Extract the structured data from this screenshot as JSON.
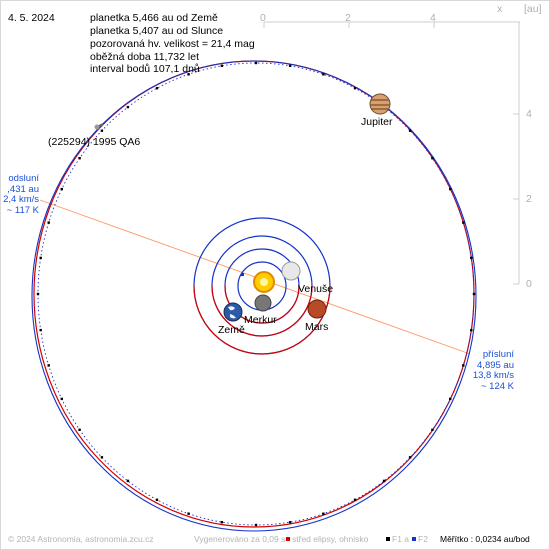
{
  "header": {
    "date": "4. 5. 2024",
    "info": [
      "planetka 5,466 au od Země",
      "planetka 5,407 au od Slunce",
      "pozorovaná hv. velikost = 21,4 mag",
      "oběžná doba 11,732 let",
      "interval bodů 107,1 dnů"
    ]
  },
  "axes": {
    "unit_label": "[au]",
    "x_label": "x",
    "x_ticks": [
      "0",
      "2",
      "4"
    ],
    "y_ticks": [
      "4",
      "2",
      "0"
    ]
  },
  "asteroid": {
    "name": "(225294) 1995 QA6"
  },
  "aphelion": {
    "title": "odsluní",
    "distance": ",431 au",
    "speed": "2,4 km/s",
    "temp": "~ 117 K"
  },
  "perihelion": {
    "title": "přísluní",
    "distance": "4,895 au",
    "speed": "13,8 km/s",
    "temp": "~ 124 K"
  },
  "planets": {
    "venus": "Venuše",
    "earth": "Země",
    "mercury": "Merkur",
    "mars": "Mars",
    "jupiter": "Jupiter"
  },
  "footer": {
    "copyright": "© 2024 Astronomia, astronomia.zcu.cz",
    "generated": "Vygenerováno za 0,09 s",
    "legend_center": "střed elipsy, ohnisko",
    "legend_f1": "F1 a",
    "legend_f2": "F2",
    "scale": "Měřítko : 0,0234 au/bod"
  },
  "colors": {
    "orbit_red": "#d40000",
    "orbit_blue": "#1433c8",
    "apsis_line": "#ff9966",
    "info_blue": "#1a4fd8"
  }
}
